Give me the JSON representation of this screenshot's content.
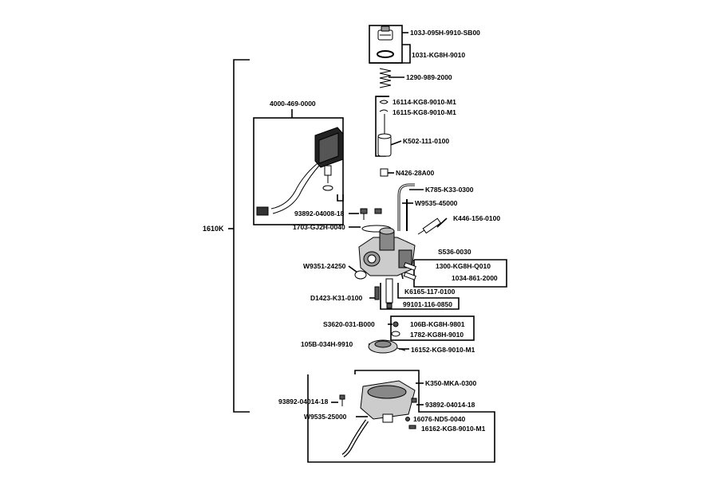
{
  "diagram": {
    "root_label": "1610K",
    "parts": {
      "cap": "103J-095H-9910-SB00",
      "seal_ring": "1031-KG8H-9010",
      "spring": "1290-989-2000",
      "clip_1": "16114-KG8-9010-M1",
      "clip_2": "16115-KG8-9010-M1",
      "needle_valve": "K502-111-0100",
      "nut": "N426-28A00",
      "tube_1": "K785-K33-0300",
      "tube_2": "W9535-45000",
      "sensor_module": "4000-469-0000",
      "bolt_1": "93892-04008-18",
      "gasket": "1703-GJ2H-0040",
      "adjust_screw": "K446-156-0100",
      "screw_set": "S536-0030",
      "set_1": "1300-KG8H-Q010",
      "set_2": "1034-861-2000",
      "o_ring": "W9351-24250",
      "jet_holder": "K6165-117-0100",
      "drain_screw": "D1423-K31-0100",
      "main_jet": "99101-116-0850",
      "float_set_screw": "S3620-031-B000",
      "float_1": "106B-KG8H-9801",
      "float_2": "1782-KG8H-9010",
      "float": "105B-034H-9910",
      "float_pin": "16152-KG8-9010-M1",
      "float_bowl": "K350-MKA-0300",
      "bolt_2": "93892-04014-18",
      "bolt_3": "93892-04014-18",
      "drain_hose": "W9535-25000",
      "plug_1": "16076-ND5-0040",
      "plug_2": "16162-KG8-9010-M1"
    }
  }
}
